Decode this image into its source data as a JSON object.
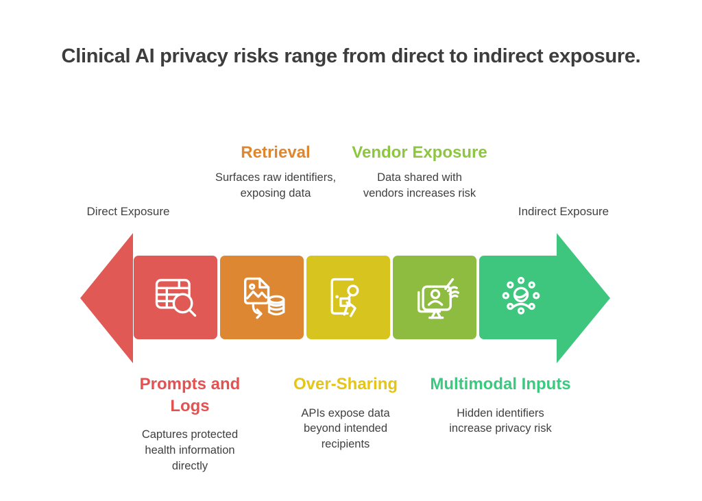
{
  "title": "Clinical AI privacy risks range from direct to indirect exposure.",
  "spectrum": {
    "left_label": "Direct Exposure",
    "right_label": "Indirect Exposure",
    "left_arrow_color": "#E15955",
    "right_arrow_color": "#3EC57E"
  },
  "top_notes": [
    {
      "heading": "Retrieval",
      "description": "Surfaces raw identifiers, exposing data",
      "color": "#E0862C"
    },
    {
      "heading": "Vendor Exposure",
      "description": "Data shared with vendors increases risk",
      "color": "#8DC63F"
    }
  ],
  "bottom_notes": [
    {
      "heading": "Prompts and Logs",
      "description": "Captures protected health information directly",
      "color": "#E35251"
    },
    {
      "heading": "Over-Sharing",
      "description": "APIs expose data beyond intended recipients",
      "color": "#E5C515"
    },
    {
      "heading": "Multimodal Inputs",
      "description": "Hidden identifiers increase privacy risk",
      "color": "#3AC97F"
    }
  ],
  "stages": [
    {
      "label": "Prompts and Logs",
      "icon": "table-search-icon",
      "color": "#E15955"
    },
    {
      "label": "Retrieval",
      "icon": "image-to-database-icon",
      "color": "#DD8732"
    },
    {
      "label": "Over-Sharing",
      "icon": "door-exit-person-icon",
      "color": "#D7C41E"
    },
    {
      "label": "Vendor Exposure",
      "icon": "monitor-hand-icon",
      "color": "#8DBC41"
    },
    {
      "label": "Multimodal Inputs",
      "icon": "person-network-dots-icon",
      "color": "#3EC57E"
    }
  ],
  "text_color": "#3F3F3F"
}
